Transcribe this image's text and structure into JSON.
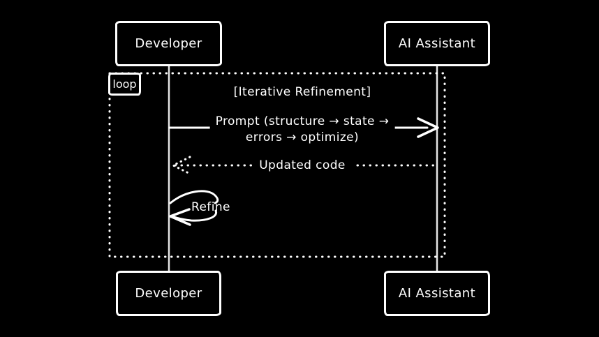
{
  "diagram": {
    "type": "sequence-diagram",
    "actors": [
      {
        "label": "Developer"
      },
      {
        "label": "AI Assistant"
      }
    ],
    "loop": {
      "operator": "loop",
      "condition": "[Iterative Refinement]"
    },
    "messages": {
      "prompt": {
        "line1": "Prompt (structure → state →",
        "line2": "errors → optimize)",
        "arrow": "solid-right"
      },
      "updated_code": {
        "label": "Updated code",
        "arrow": "dotted-left"
      },
      "refine": {
        "label": "Refine",
        "arrow": "self-loop"
      }
    },
    "colors": {
      "background": "#000000",
      "stroke": "#ffffff",
      "text": "#ffffff",
      "lifeline": "#e6e6e6"
    }
  }
}
